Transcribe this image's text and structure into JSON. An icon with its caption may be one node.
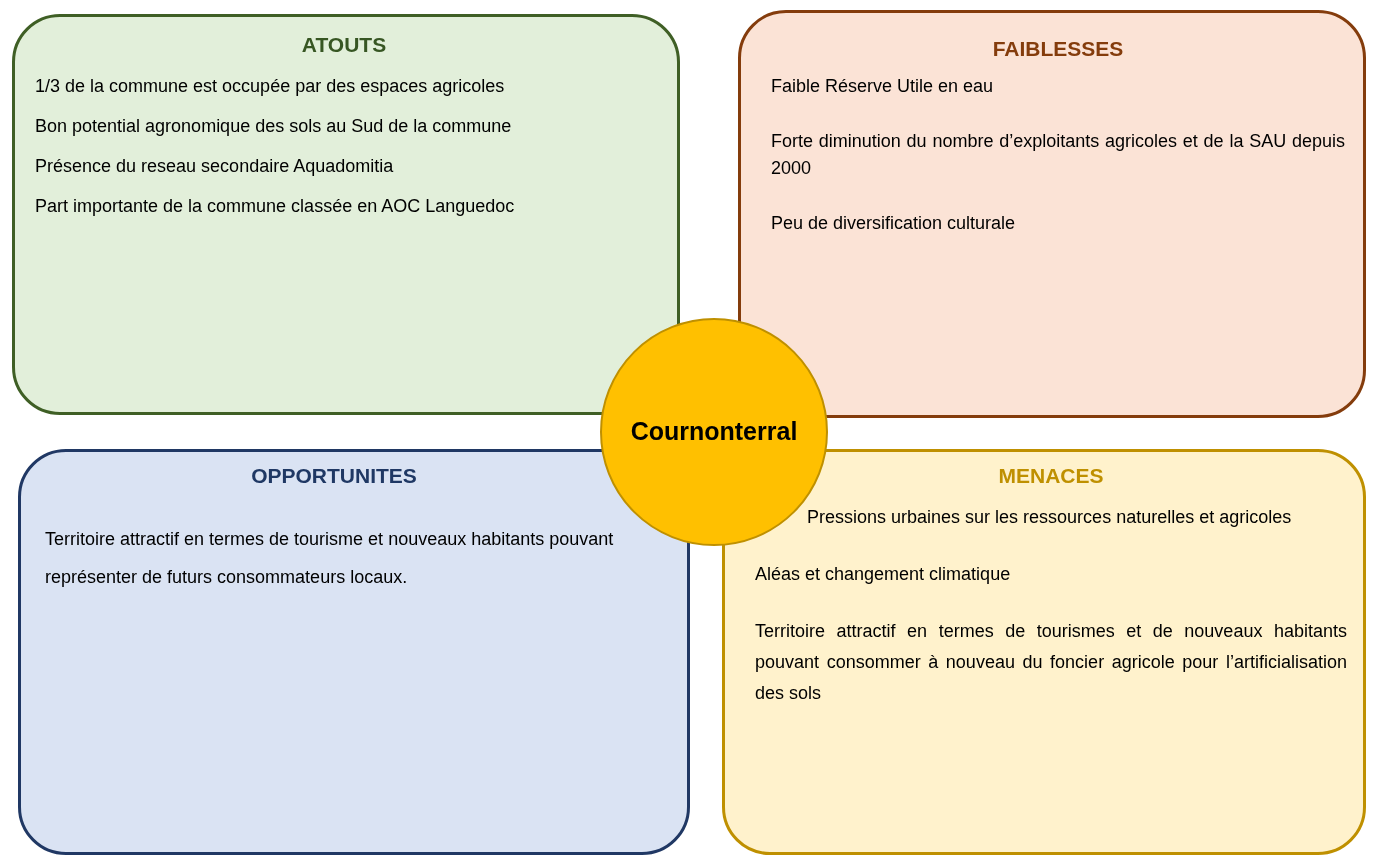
{
  "diagram": {
    "nodes": [
      {
        "text": [
          "ATOUTS",
          "1/3 de la commune est occupée par des espaces agricoles",
          "Bon potential agronomique des sols au Sud de la commune",
          "Présence du reseau secondaire Aquadomitia",
          "Part importante de la commune classée en AOC Languedoc"
        ]
      },
      {
        "text": [
          "FAIBLESSES",
          "Faible Réserve Utile en eau",
          "Forte diminution du nombre d’exploitants agricoles et de la SAU depuis 2000",
          "Peu de diversification culturale"
        ]
      },
      {
        "text": [
          "Cournonterral"
        ]
      },
      {
        "text": [
          "OPPORTUNITES",
          "Territoire attractif en termes de tourisme et nouveaux habitants pouvant représenter de futurs consommateurs locaux."
        ]
      },
      {
        "text": [
          "MENACES",
          "Pressions urbaines sur les ressources naturelles et agricoles",
          "Aléas et changement climatique",
          "Territoire attractif en termes de tourismes et de nouveaux habitants pouvant consommer à nouveau du foncier agricole pour l’artificialisation des sols"
        ]
      }
    ]
  }
}
